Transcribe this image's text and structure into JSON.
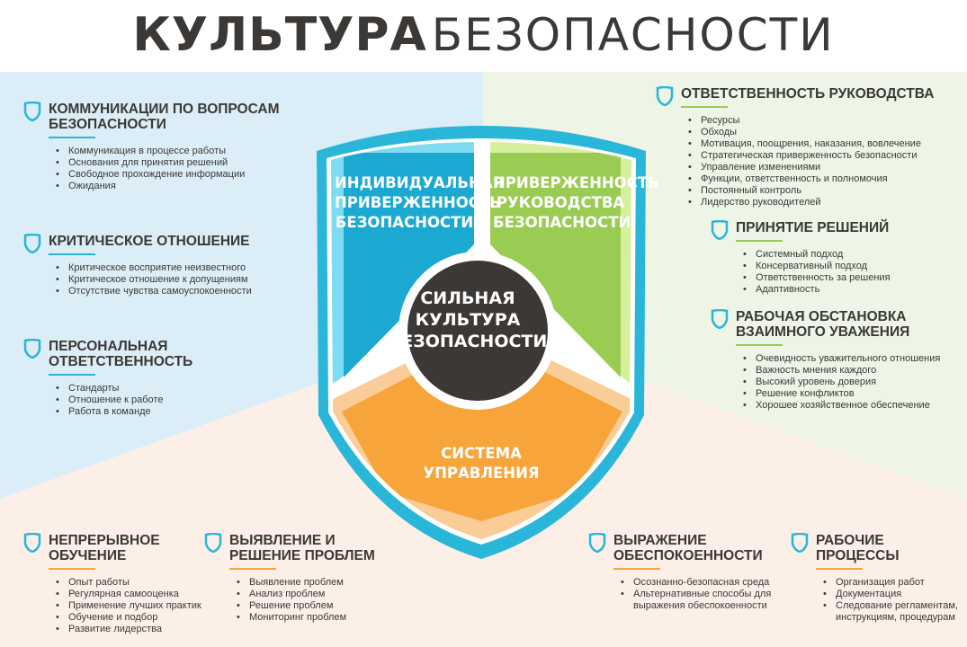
{
  "title": {
    "bold": "КУЛЬТУРА",
    "light": "БЕЗОПАСНОСТИ"
  },
  "colors": {
    "quad_left": "#dbeef7",
    "quad_right": "#eef5e6",
    "quad_bottom": "#fcefe7",
    "shield_border": "#29b6d8",
    "segment_left": "#1ba9d2",
    "segment_right": "#9acb52",
    "segment_bottom": "#f7a43b",
    "center": "#3b3836",
    "text": "#3b3836",
    "underline_blue": "#29b6d8"
  },
  "shield": {
    "left_label": "ИНДИВИДУАЛЬНАЯ ПРИВЕРЖЕННОСТЬ БЕЗОПАСНОСТИ",
    "right_label": "ПРИВЕРЖЕННОСТЬ РУКОВОДСТВА БЕЗОПАСНОСТИ",
    "bottom_label": "СИСТЕМА УПРАВЛЕНИЯ",
    "center_label": "СИЛЬНАЯ КУЛЬТУРА БЕЗОПАСНОСТИ"
  },
  "sections": {
    "communications": {
      "title": "КОММУНИКАЦИИ ПО ВОПРОСАМ БЕЗОПАСНОСТИ",
      "items": [
        "Коммуникация в процессе работы",
        "Основания для принятия решений",
        "Свободное прохождение информации",
        "Ожидания"
      ]
    },
    "critical": {
      "title": "КРИТИЧЕСКОЕ ОТНОШЕНИЕ",
      "items": [
        "Критическое восприятие неизвестного",
        "Критическое отношение к допущениям",
        "Отсутствие чувства самоуспокоенности"
      ]
    },
    "personal": {
      "title": "ПЕРСОНАЛЬНАЯ ОТВЕТСТВЕННОСТЬ",
      "items": [
        "Стандарты",
        "Отношение к работе",
        "Работа в команде"
      ]
    },
    "leadership": {
      "title": "ОТВЕТСТВЕННОСТЬ РУКОВОДСТВА",
      "items": [
        "Ресурсы",
        "Обходы",
        "Мотивация, поощрения, наказания, вовлечение",
        "Стратегическая приверженность безопасности",
        "Управление изменениями",
        "Функции, ответственность и полномочия",
        "Постоянный контроль",
        "Лидерство руководителей"
      ]
    },
    "decisions": {
      "title": "ПРИНЯТИЕ РЕШЕНИЙ",
      "items": [
        "Системный подход",
        "Консервативный подход",
        "Ответственность за решения",
        "Адаптивность"
      ]
    },
    "environment": {
      "title": "РАБОЧАЯ ОБСТАНОВКА ВЗАИМНОГО УВАЖЕНИЯ",
      "items": [
        "Очевидность уважительного отношения",
        "Важность мнения каждого",
        "Высокий уровень доверия",
        "Решение конфликтов",
        "Хорошее хозяйственное обеспечение"
      ]
    },
    "learning": {
      "title": "НЕПРЕРЫВНОЕ ОБУЧЕНИЕ",
      "items": [
        "Опыт работы",
        "Регулярная самооценка",
        "Применение лучших практик",
        "Обучение и подбор",
        "Развитие лидерства"
      ]
    },
    "problems": {
      "title": "ВЫЯВЛЕНИЕ И РЕШЕНИЕ ПРОБЛЕМ",
      "items": [
        "Выявление проблем",
        "Анализ проблем",
        "Решение проблем",
        "Мониторинг проблем"
      ]
    },
    "concerns": {
      "title": "ВЫРАЖЕНИЕ ОБЕСПОКОЕННОСТИ",
      "items": [
        "Осознанно-безопасная среда",
        "Альтернативные способы для выражения обеспокоенности"
      ]
    },
    "processes": {
      "title": "РАБОЧИЕ ПРОЦЕССЫ",
      "items": [
        "Организация работ",
        "Документация",
        "Следование регламентам, инструкциям, процедурам"
      ]
    }
  }
}
